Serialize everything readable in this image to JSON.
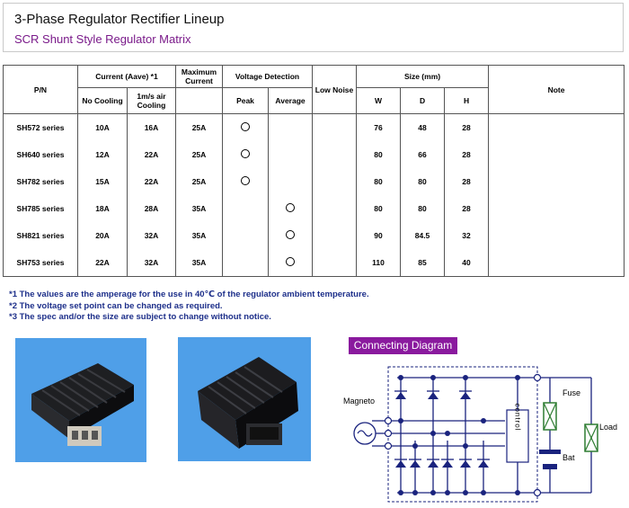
{
  "header": {
    "title": "3-Phase Regulator Rectifier Lineup",
    "subtitle": "SCR Shunt Style Regulator Matrix"
  },
  "table": {
    "headers": {
      "pn": "P/N",
      "current": "Current (Aave) *1",
      "no_cooling": "No Cooling",
      "air_cooling": "1m/s air Cooling",
      "max_current": "Maximum Current",
      "voltage_detection": "Voltage Detection",
      "peak": "Peak",
      "average": "Average",
      "low_noise": "Low Noise",
      "size": "Size (mm)",
      "w": "W",
      "d": "D",
      "h": "H",
      "note": "Note"
    },
    "rows": [
      {
        "pn": "SH572  series",
        "no_cooling": "10A",
        "air": "16A",
        "max": "25A",
        "peak": true,
        "average": false,
        "w": "76",
        "d": "48",
        "h": "28"
      },
      {
        "pn": "SH640  series",
        "no_cooling": "12A",
        "air": "22A",
        "max": "25A",
        "peak": true,
        "average": false,
        "w": "80",
        "d": "66",
        "h": "28"
      },
      {
        "pn": "SH782  series",
        "no_cooling": "15A",
        "air": "22A",
        "max": "25A",
        "peak": true,
        "average": false,
        "w": "80",
        "d": "80",
        "h": "28"
      },
      {
        "pn": "SH785  series",
        "no_cooling": "18A",
        "air": "28A",
        "max": "35A",
        "peak": false,
        "average": true,
        "w": "80",
        "d": "80",
        "h": "28"
      },
      {
        "pn": "SH821  series",
        "no_cooling": "20A",
        "air": "32A",
        "max": "35A",
        "peak": false,
        "average": true,
        "w": "90",
        "d": "84.5",
        "h": "32"
      },
      {
        "pn": "SH753  series",
        "no_cooling": "22A",
        "air": "32A",
        "max": "35A",
        "peak": false,
        "average": true,
        "w": "110",
        "d": "85",
        "h": "40"
      }
    ]
  },
  "notes": [
    "*1 The values are the amperage for the use in 40℃ of the regulator ambient temperature.",
    "*2 The voltage set point can be changed as required.",
    "*3 The spec and/or the size are subject to change without notice."
  ],
  "diagram": {
    "label": "Connecting Diagram",
    "magneto": "Magneto",
    "fuse": "Fuse",
    "load": "Load",
    "bat": "Bat",
    "control": "control"
  },
  "colors": {
    "title_border": "#c9c9c9",
    "subtitle": "#7a1a8a",
    "notes": "#1d2f8a",
    "diagram_label_bg": "#8a1a9e",
    "wire": "#1a237e",
    "component": "#2e7d32",
    "photo_bg": "#4a9de6"
  }
}
